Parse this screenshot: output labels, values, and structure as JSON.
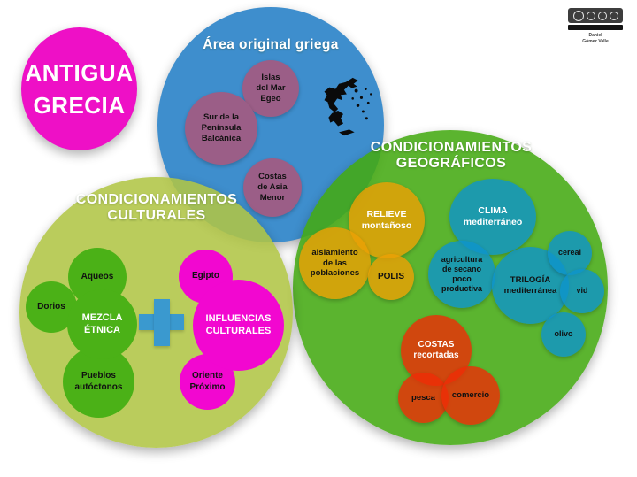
{
  "colors": {
    "title_circle": "#ee10c6",
    "original_area_circle": "#3e8ecd",
    "geography_circle": "#46ac14",
    "culture_circle": "#b2c648",
    "purple_bubble": "#9b5e87",
    "orange_bubble": "#eaa005",
    "teal_bubble": "#0e94cc",
    "red_bubble": "#ee2c06",
    "green_bubble": "#4bb117",
    "magenta_bubble": "#f207d0",
    "plus_sign": "#3a99cf"
  },
  "license_badge": {
    "credit_line_1": "Daniel",
    "credit_line_2": "Gómez Valle"
  },
  "title_bubble": {
    "text": "ANTIGUA\nGRECIA"
  },
  "original_area": {
    "title": "Área original griega",
    "islas": "Islas\ndel Mar\nEgeo",
    "sur": "Sur de la\nPenínsula\nBalcánica",
    "costas": "Costas\nde Asia\nMenor"
  },
  "geography": {
    "title": "CONDICIONAMIENTOS\nGEOGRÁFICOS",
    "relieve": "RELIEVE\nmontañoso",
    "aislamiento": "aislamiento\nde las\npoblaciones",
    "polis": "POLIS",
    "clima": "CLIMA\nmediterráneo",
    "agricultura": "agricultura\nde secano\npoco\nproductiva",
    "trilogia": "TRILOGÍA\nmediterránea",
    "cereal": "cereal",
    "vid": "vid",
    "olivo": "olivo",
    "costas_recortadas": "COSTAS\nrecortadas",
    "pesca": "pesca",
    "comercio": "comercio"
  },
  "culture": {
    "title": "CONDICIONAMIENTOS\nCULTURALES",
    "aqueos": "Aqueos",
    "dorios": "Dorios",
    "mezcla": "MEZCLA\nÉTNICA",
    "pueblos": "Pueblos\nautóctonos",
    "egipto": "Egipto",
    "influencias": "INFLUENCIAS\nCULTURALES",
    "oriente": "Oriente\nPróximo"
  }
}
